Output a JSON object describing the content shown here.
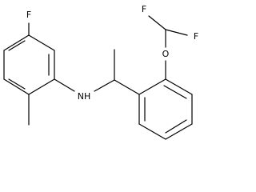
{
  "structure": {
    "atoms": {
      "fluorine_ring": "F",
      "amine": "NH",
      "ether_oxygen": "O",
      "fluorine_upper": "F",
      "fluorine_right": "F"
    },
    "colors": {
      "bond": "#000000",
      "label": "#000000",
      "background": "#ffffff"
    }
  }
}
